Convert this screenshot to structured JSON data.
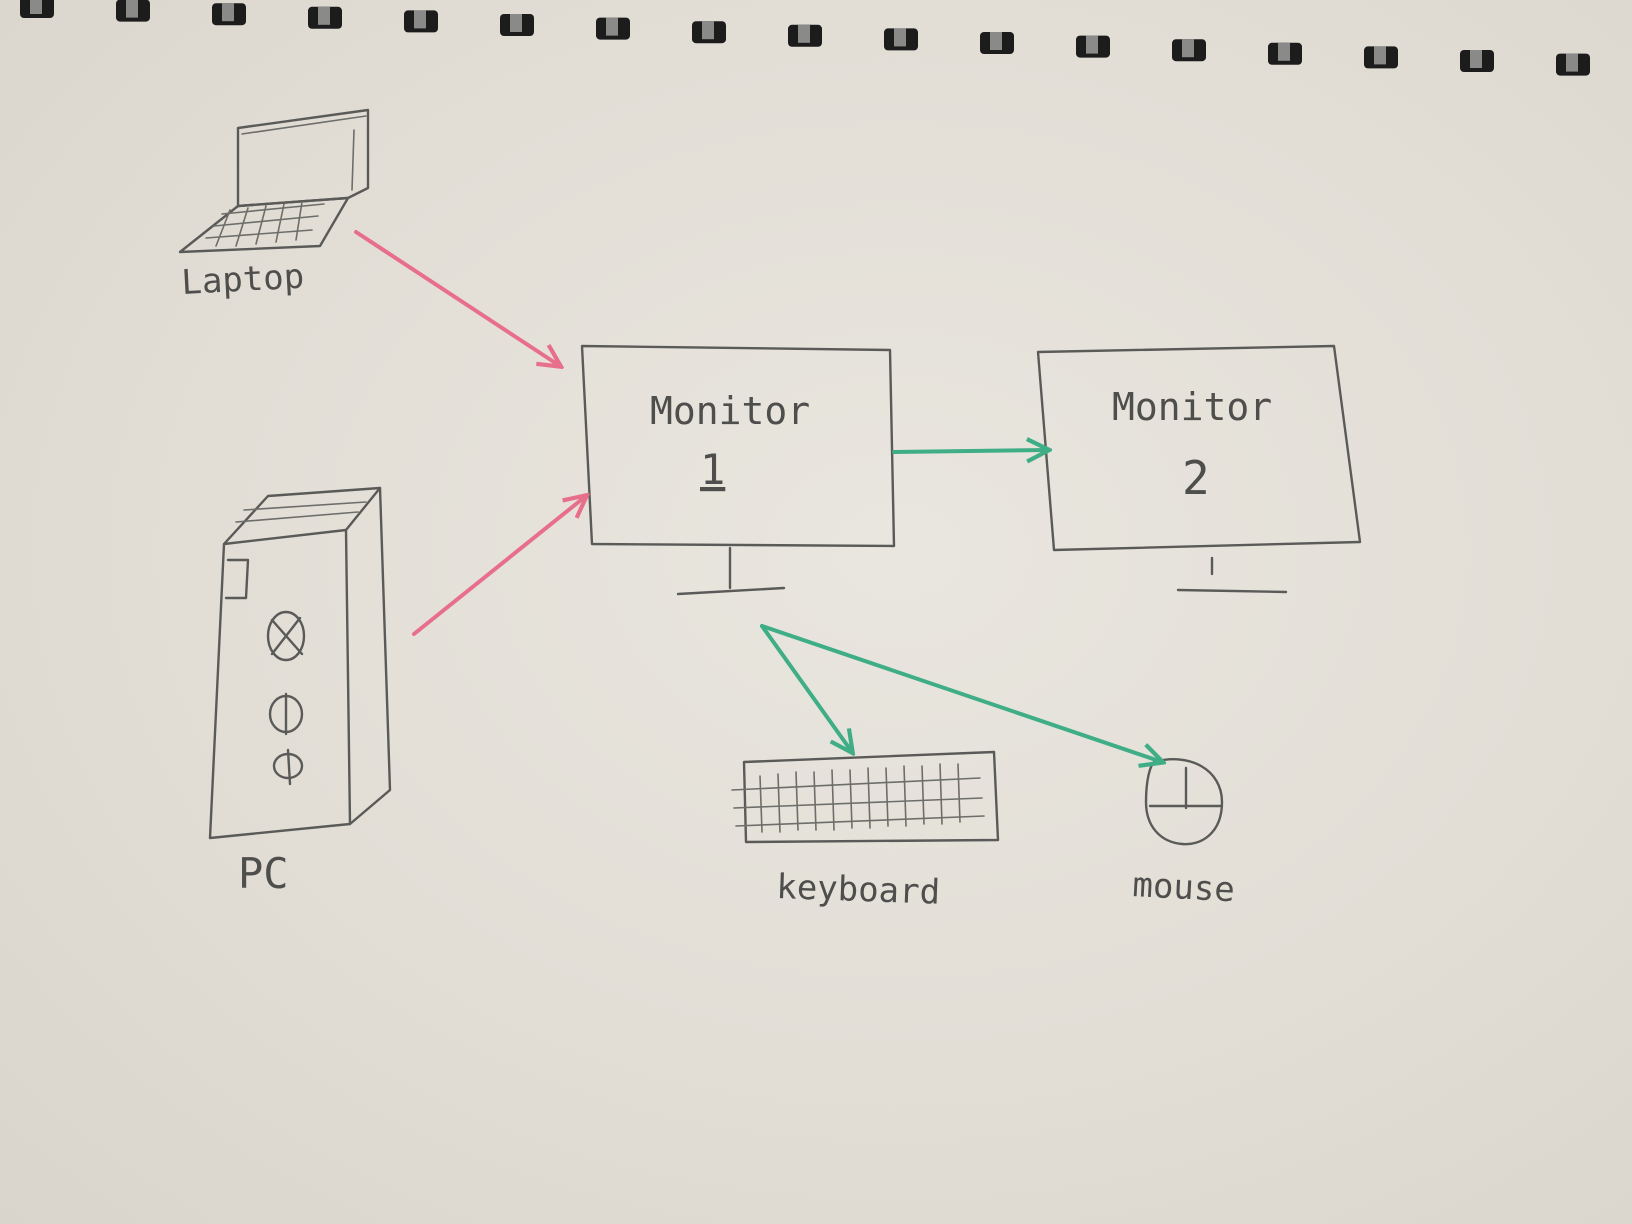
{
  "colors": {
    "paper": "#e4e0d8",
    "pencil": "#5a5a58",
    "pink_arrow": "#e86f8c",
    "green_arrow": "#3fae86",
    "spiral": "#1c1c1c"
  },
  "labels": {
    "laptop": "Laptop",
    "pc": "PC",
    "monitor1_title": "Monitor",
    "monitor1_number": "1",
    "monitor2_title": "Monitor",
    "monitor2_number": "2",
    "keyboard": "keyboard",
    "mouse": "mouse"
  },
  "icons": {
    "binding": "spiral-binding-icon",
    "laptop": "laptop-icon",
    "pc": "pc-tower-icon",
    "keyboard": "keyboard-icon",
    "mouse": "mouse-icon"
  }
}
